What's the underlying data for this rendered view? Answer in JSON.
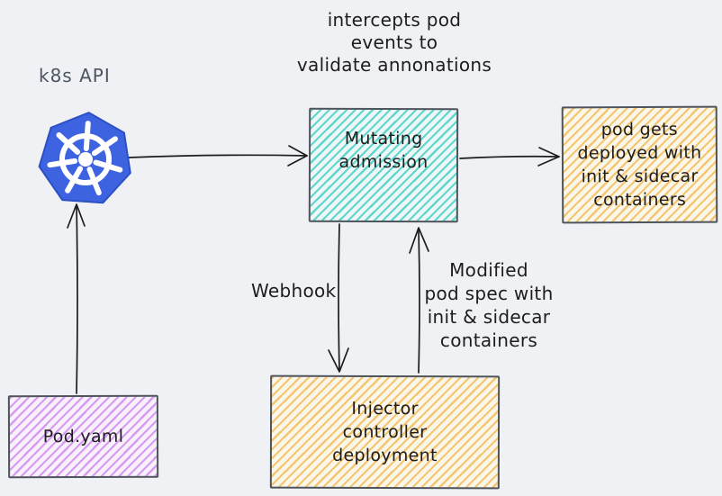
{
  "colors": {
    "canvas_bg": "#f0f1f4",
    "ink": "#1d1d1d",
    "muted_label": "#4b5563",
    "box_border": "#4e545b",
    "teal": "#5fd6ce",
    "teal_bg": "#eff7f6",
    "yellow": "#f4c671",
    "yellow_bg": "#fbf6ea",
    "purple": "#d89bf2",
    "purple_bg": "#f8f1fb",
    "k8s_blue": "#3e63e0"
  },
  "annotations": {
    "top_note": {
      "lines": [
        "intercepts pod",
        "events to",
        "validate annonations"
      ]
    },
    "k8s_api_label": "k8s API",
    "webhook_label": "Webhook",
    "modified_note": {
      "lines": [
        "Modified",
        "pod spec with",
        "init & sidecar",
        "containers"
      ]
    }
  },
  "nodes": {
    "mutating_admission": {
      "lines": [
        "Mutating",
        "admission"
      ]
    },
    "pod_deployed": {
      "lines": [
        "pod gets",
        "deployed with",
        "init & sidecar",
        "containers"
      ]
    },
    "injector": {
      "lines": [
        "Injector",
        "controller",
        "deployment"
      ]
    },
    "pod_yaml": {
      "label": "Pod.yaml"
    }
  },
  "icons": {
    "kubernetes_logo": "kubernetes-helm-icon"
  }
}
